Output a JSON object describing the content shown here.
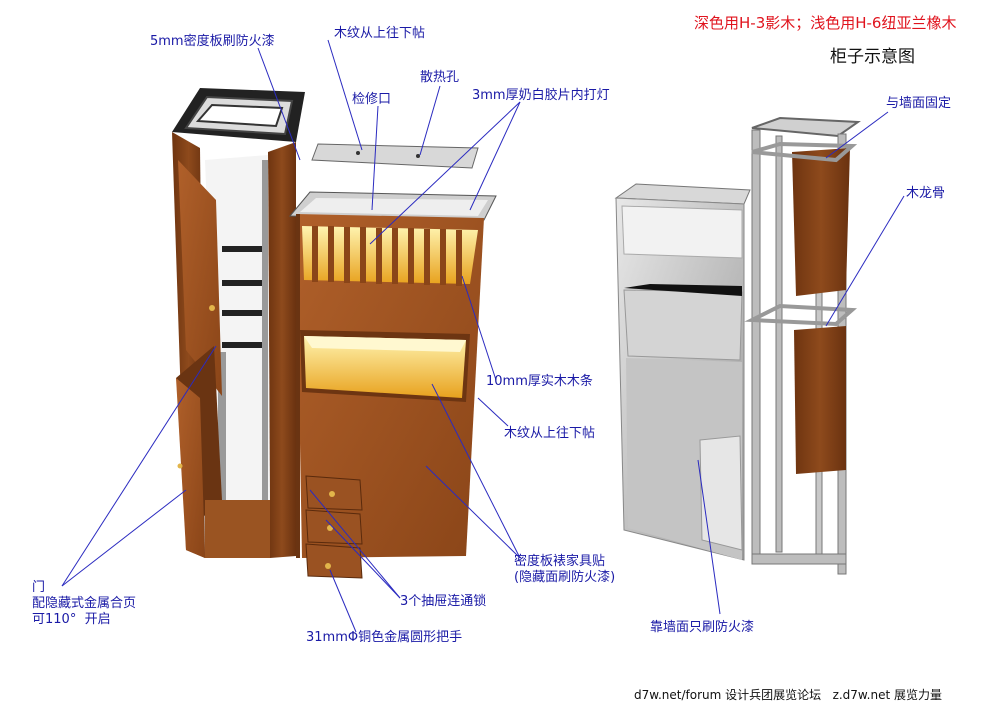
{
  "header": {
    "material_note": "深色用H-3影木；浅色用H-6纽亚兰橡木",
    "title": "柜子示意图"
  },
  "labels": {
    "fireproof_board": "5mm密度板刷防火漆",
    "grain_top_down_1": "木纹从上往下帖",
    "vent_holes": "散热孔",
    "access_opening": "检修口",
    "milky_acrylic": "3mm厚奶白胶片内打灯",
    "wall_fixed": "与墙面固定",
    "wood_keel": "木龙骨",
    "solid_wood_strip": "10mm厚实木木条",
    "grain_top_down_2": "木纹从上往下帖",
    "mdf_veneer_line1": "密度板裱家具贴",
    "mdf_veneer_line2": "(隐藏面刷防火漆)",
    "door_line1": "门",
    "door_line2": "配隐藏式金属合页",
    "door_line3": "可110°  开启",
    "drawer_lock": "3个抽屉连通锁",
    "handle": "31mmΦ铜色金属圆形把手",
    "wall_side_paint": "靠墙面只刷防火漆"
  },
  "footer": {
    "watermark": "d7w.net/forum 设计兵团展览论坛   z.d7w.net 展览力量"
  },
  "colors": {
    "label_blue": "#1a1aa6",
    "note_red": "#e0141e",
    "wood_dark": "#7a3d14",
    "wood_light": "#a4592a",
    "frame_grey": "#b8b8b8",
    "glow_yellow": "#f4c23c"
  }
}
